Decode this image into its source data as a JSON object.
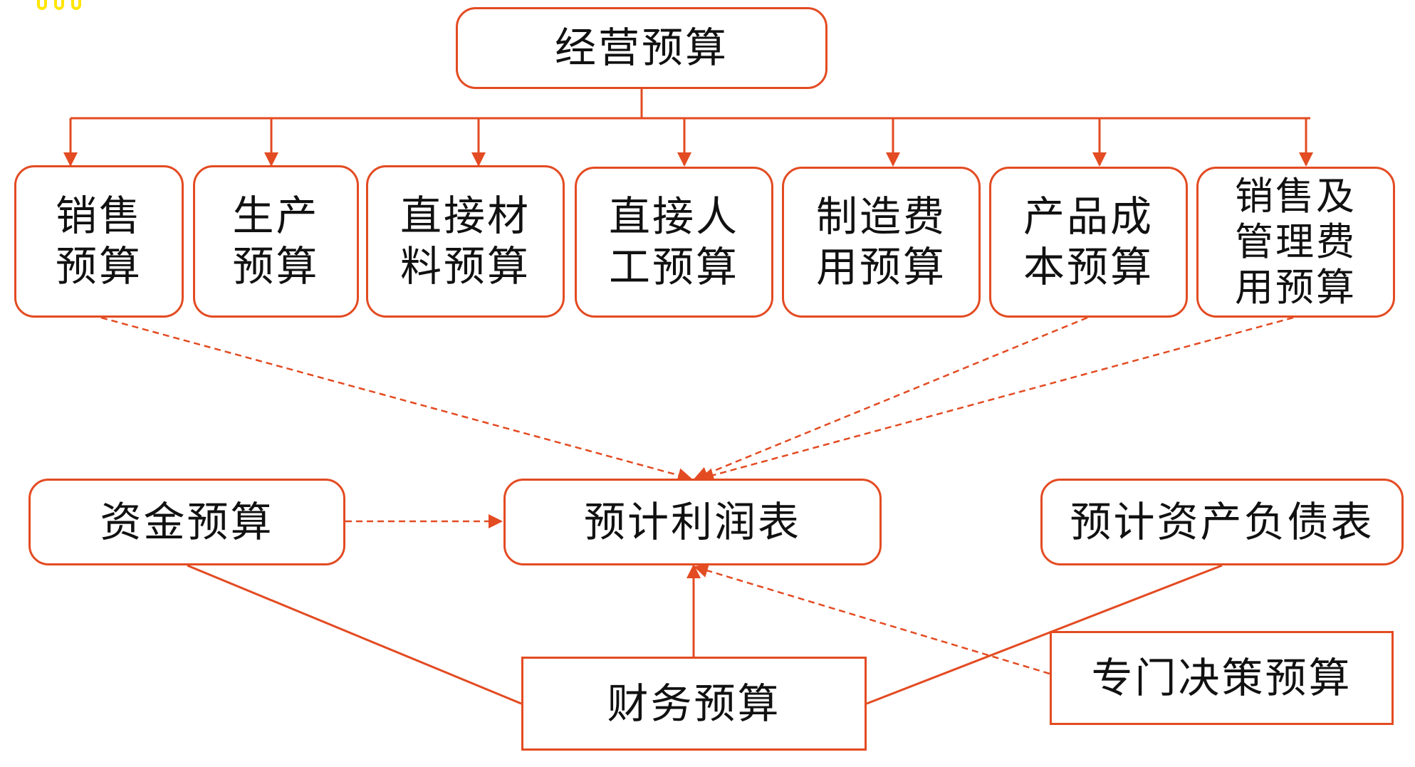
{
  "colors": {
    "accent": "#e34b22",
    "text": "#111111",
    "marker": "#ffe600"
  },
  "nodes": {
    "operating_budget": "经营预算",
    "sales_budget": "销售\n预算",
    "production_budget": "生产\n预算",
    "direct_materials_budget": "直接材\n料预算",
    "direct_labor_budget": "直接人\n工预算",
    "manufacturing_overhead_budget": "制造费\n用预算",
    "product_cost_budget": "产品成\n本预算",
    "selling_admin_expense_budget": "销售及\n管理费\n用预算",
    "cash_budget": "资金预算",
    "projected_income_statement": "预计利润表",
    "projected_balance_sheet": "预计资产负债表",
    "financial_budget": "财务预算",
    "special_decision_budget": "专门决策预算"
  }
}
